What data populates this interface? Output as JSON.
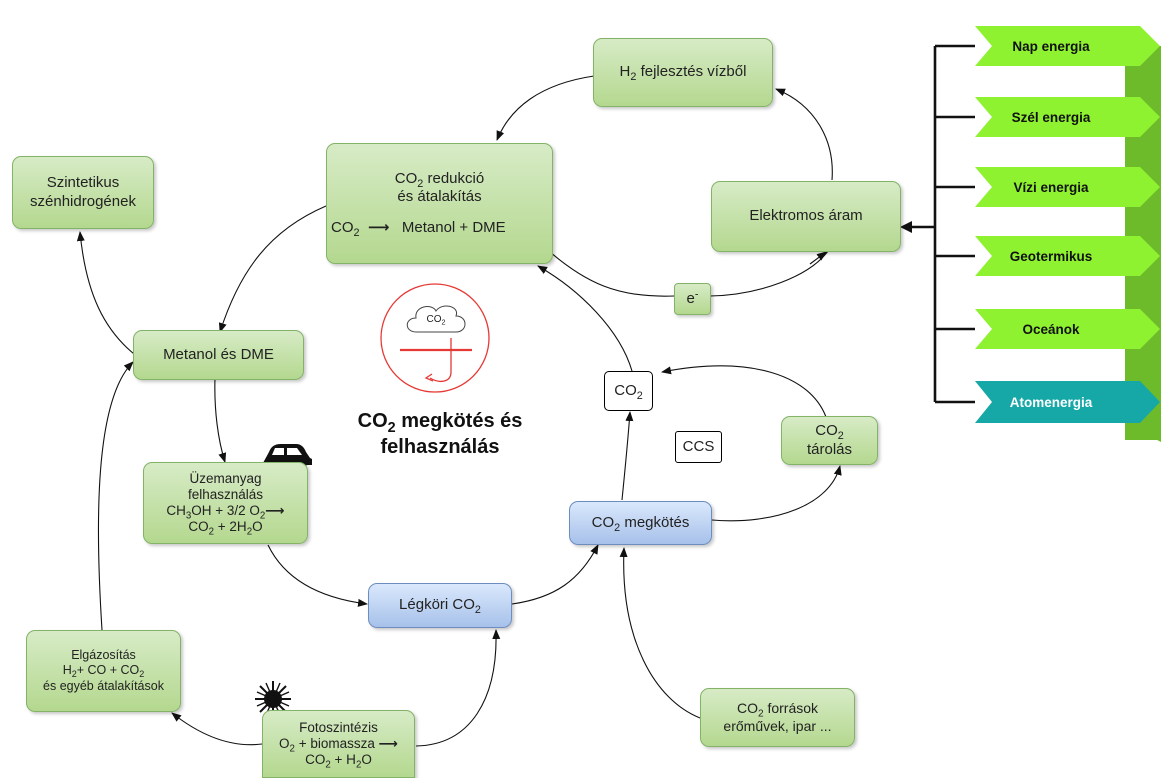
{
  "diagram": {
    "title_line1_main": "CO",
    "title_line1_sub": "2",
    "title_line1_rest": " megkötés és",
    "title_line2": "felhasználás",
    "co2_reduction": {
      "line1_main": "CO",
      "line1_sub": "2",
      "line1_rest": " redukció",
      "line2": "és átalakítás",
      "eq_left_main": "CO",
      "eq_left_sub": "2",
      "eq_arrow": "⟶",
      "eq_right": "Metanol + DME"
    },
    "h2_production": {
      "main": "H",
      "sub": "2",
      "rest": " fejlesztés vízből"
    },
    "synthetic_hc": {
      "line1": "Szintetikus",
      "line2": "szénhidrogének"
    },
    "electric_current": "Elektromos áram",
    "electron": {
      "main": "e",
      "sup": "-"
    },
    "methanol_dme": "Metanol és DME",
    "cloud_co2": {
      "main": "CO",
      "sub": "2"
    },
    "co2_white_box": {
      "main": "CO",
      "sub": "2"
    },
    "ccs": "CCS",
    "co2_storage": {
      "line1_main": "CO",
      "line1_sub": "2",
      "line2": "tárolás"
    },
    "fuel_use": {
      "line1": "Üzemanyag",
      "line2": "felhasználás",
      "eq1_a": "CH",
      "eq1_a_sub": "3",
      "eq1_b": "OH + 3/2 O",
      "eq1_b_sub": "2",
      "eq1_arrow": "⟶",
      "eq2_a": "CO",
      "eq2_a_sub": "2",
      "eq2_b": " + 2H",
      "eq2_b_sub": "2",
      "eq2_c": "O"
    },
    "co2_capture": {
      "main": "CO",
      "sub": "2",
      "rest": " megkötés"
    },
    "atmospheric_co2": {
      "main": "Légköri CO",
      "sub": "2"
    },
    "gasification": {
      "line1": "Elgázosítás",
      "line2_a": "H",
      "line2_a_sub": "2",
      "line2_b": "+ CO + CO",
      "line2_b_sub": "2",
      "line3": "és egyéb átalakítások"
    },
    "photosynthesis": {
      "line1": "Fotoszintézis",
      "line2_a": "O",
      "line2_a_sub": "2",
      "line2_b": " + biomassza",
      "line2_arrow": "⟶",
      "line3_a": "CO",
      "line3_a_sub": "2",
      "line3_b": " + H",
      "line3_b_sub": "2",
      "line3_c": "O"
    },
    "co2_sources": {
      "line1_main": "CO",
      "line1_sub": "2",
      "line1_rest": " források",
      "line2": "erőművek, ipar ..."
    }
  },
  "energy_sources": [
    {
      "label": "Nap energia",
      "color": "#8ef230"
    },
    {
      "label": "Szél energia",
      "color": "#8ef230"
    },
    {
      "label": "Vízi energia",
      "color": "#8ef230"
    },
    {
      "label": "Geotermikus",
      "color": "#8ef230"
    },
    {
      "label": "Oceánok",
      "color": "#8ef230"
    },
    {
      "label": "Atomenergia",
      "color": "#16a7a7"
    }
  ],
  "colors": {
    "green_box_top": "#d7ebc6",
    "green_box_bottom": "#b4d88f",
    "blue_box_top": "#dae8fc",
    "blue_box_bottom": "#a7c1ea",
    "energy_green": "#8ef230",
    "energy_shadow_green": "#6dbb2a",
    "energy_teal": "#16a7a7",
    "logo_red": "#e53935"
  },
  "icons": [
    "car-icon",
    "sun-icon",
    "cloud-co2-logo-icon"
  ]
}
